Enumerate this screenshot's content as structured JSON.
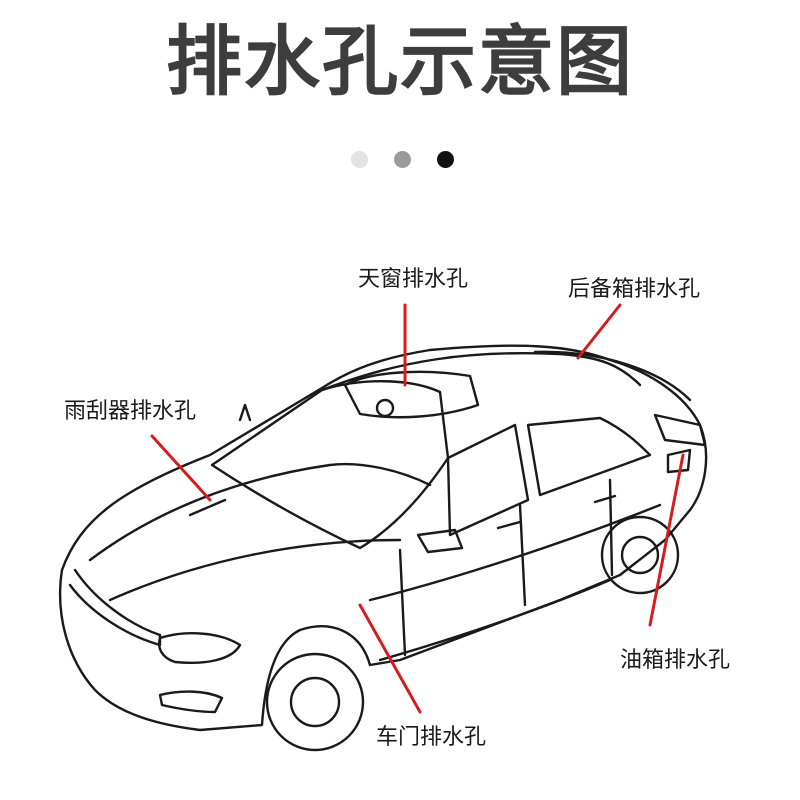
{
  "title": "排水孔示意图",
  "carousel": {
    "dots": [
      {
        "color": "#e3e3e3",
        "active": false
      },
      {
        "color": "#9a9a9a",
        "active": false
      },
      {
        "color": "#111111",
        "active": true
      }
    ]
  },
  "labels": {
    "sunroof": "天窗排水孔",
    "trunk": "后备箱排水孔",
    "wiper": "雨刮器排水孔",
    "fuel_tank": "油箱排水孔",
    "door": "车门排水孔"
  },
  "colors": {
    "pointer": "#d41d1d",
    "line_art": "#1a1a1a",
    "title": "#3d3d3d"
  }
}
